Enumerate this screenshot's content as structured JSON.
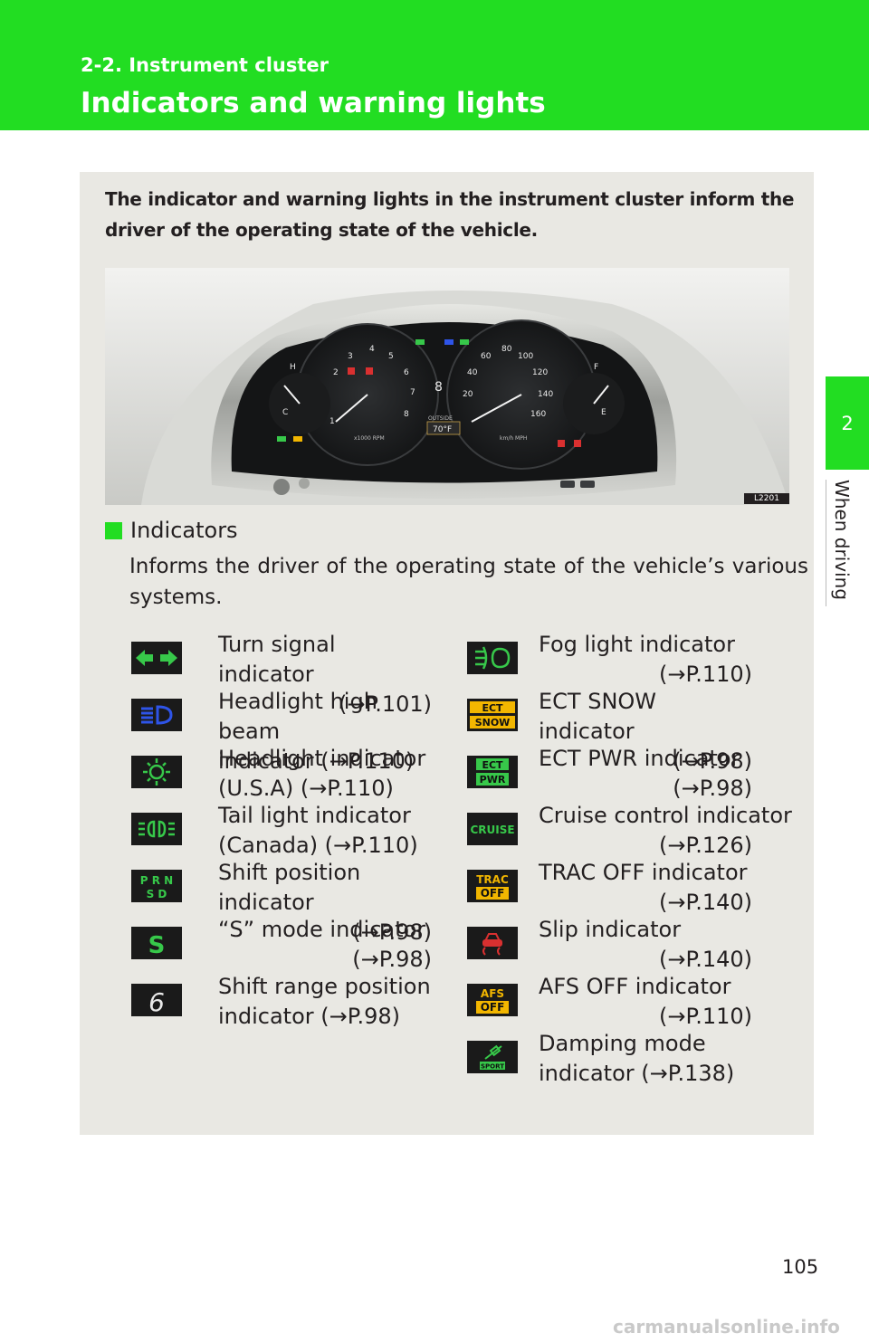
{
  "header": {
    "section": "2-2. Instrument cluster",
    "title": "Indicators and warning lights"
  },
  "side_tab": {
    "number": "2",
    "label": "When driving"
  },
  "intro": "The indicator and warning lights in the instrument cluster inform the driver of the operating state of the vehicle.",
  "image": {
    "id": "L2201",
    "gauge_numbers": [
      "1",
      "2",
      "3",
      "4",
      "5",
      "6",
      "7",
      "8",
      "20",
      "40",
      "60",
      "80",
      "100",
      "120",
      "140",
      "160"
    ],
    "unit_rpm": "x1000 RPM",
    "unit_speed": "km/h MPH",
    "outside_label": "OUTSIDE",
    "outside_value": "70°F",
    "gear": "8",
    "fuel_e": "E",
    "fuel_f": "F",
    "temp_c": "C",
    "temp_h": "H"
  },
  "indicators": {
    "heading": "Indicators",
    "description": "Informs the driver of the operating state of the vehicle’s various systems.",
    "left": [
      {
        "icon": "turn-signal-icon",
        "lines": [
          "Turn signal indicator",
          "(→P.101)"
        ]
      },
      {
        "icon": "headlight-high-beam-icon",
        "lines": [
          "Headlight high beam",
          "indicator (→P.110)"
        ]
      },
      {
        "icon": "headlight-icon",
        "lines": [
          "Headlight indicator",
          "(U.S.A) (→P.110)"
        ]
      },
      {
        "icon": "tail-light-icon",
        "lines": [
          "Tail light indicator",
          "(Canada) (→P.110)"
        ]
      },
      {
        "icon": "shift-position-icon",
        "lines": [
          "Shift position indicator",
          "(→P.98)"
        ]
      },
      {
        "icon": "s-mode-icon",
        "lines": [
          "“S” mode indicator",
          "(→P.98)"
        ]
      },
      {
        "icon": "shift-range-icon",
        "lines": [
          "Shift range position",
          "indicator (→P.98)"
        ]
      }
    ],
    "right": [
      {
        "icon": "fog-light-icon",
        "lines": [
          "Fog light indicator",
          "(→P.110)"
        ]
      },
      {
        "icon": "ect-snow-icon",
        "lines": [
          "ECT SNOW indicator",
          "(→P.98)"
        ]
      },
      {
        "icon": "ect-pwr-icon",
        "lines": [
          "ECT PWR indicator",
          "(→P.98)"
        ]
      },
      {
        "icon": "cruise-icon",
        "lines": [
          "Cruise control indicator",
          "(→P.126)"
        ]
      },
      {
        "icon": "trac-off-icon",
        "lines": [
          "TRAC OFF indicator",
          "(→P.140)"
        ]
      },
      {
        "icon": "slip-icon",
        "lines": [
          "Slip indicator",
          "(→P.140)"
        ]
      },
      {
        "icon": "afs-off-icon",
        "lines": [
          "AFS OFF indicator",
          "(→P.110)"
        ]
      },
      {
        "icon": "damping-mode-icon",
        "lines": [
          "Damping mode",
          "indicator (→P.138)"
        ]
      }
    ],
    "icon_text": {
      "shift_prn": "P R N",
      "shift_sd": "S D",
      "s_mode": "S",
      "shift_range": "6",
      "ect": "ECT",
      "snow": "SNOW",
      "pwr": "PWR",
      "cruise": "CRUISE",
      "trac": "TRAC",
      "off": "OFF",
      "afs": "AFS",
      "sport": "SPORT"
    },
    "colors": {
      "green": "#37c84a",
      "amber": "#f2b600",
      "blue": "#2e54e8"
    }
  },
  "page_number": "105",
  "footer_url": "carmanualsonline.info"
}
